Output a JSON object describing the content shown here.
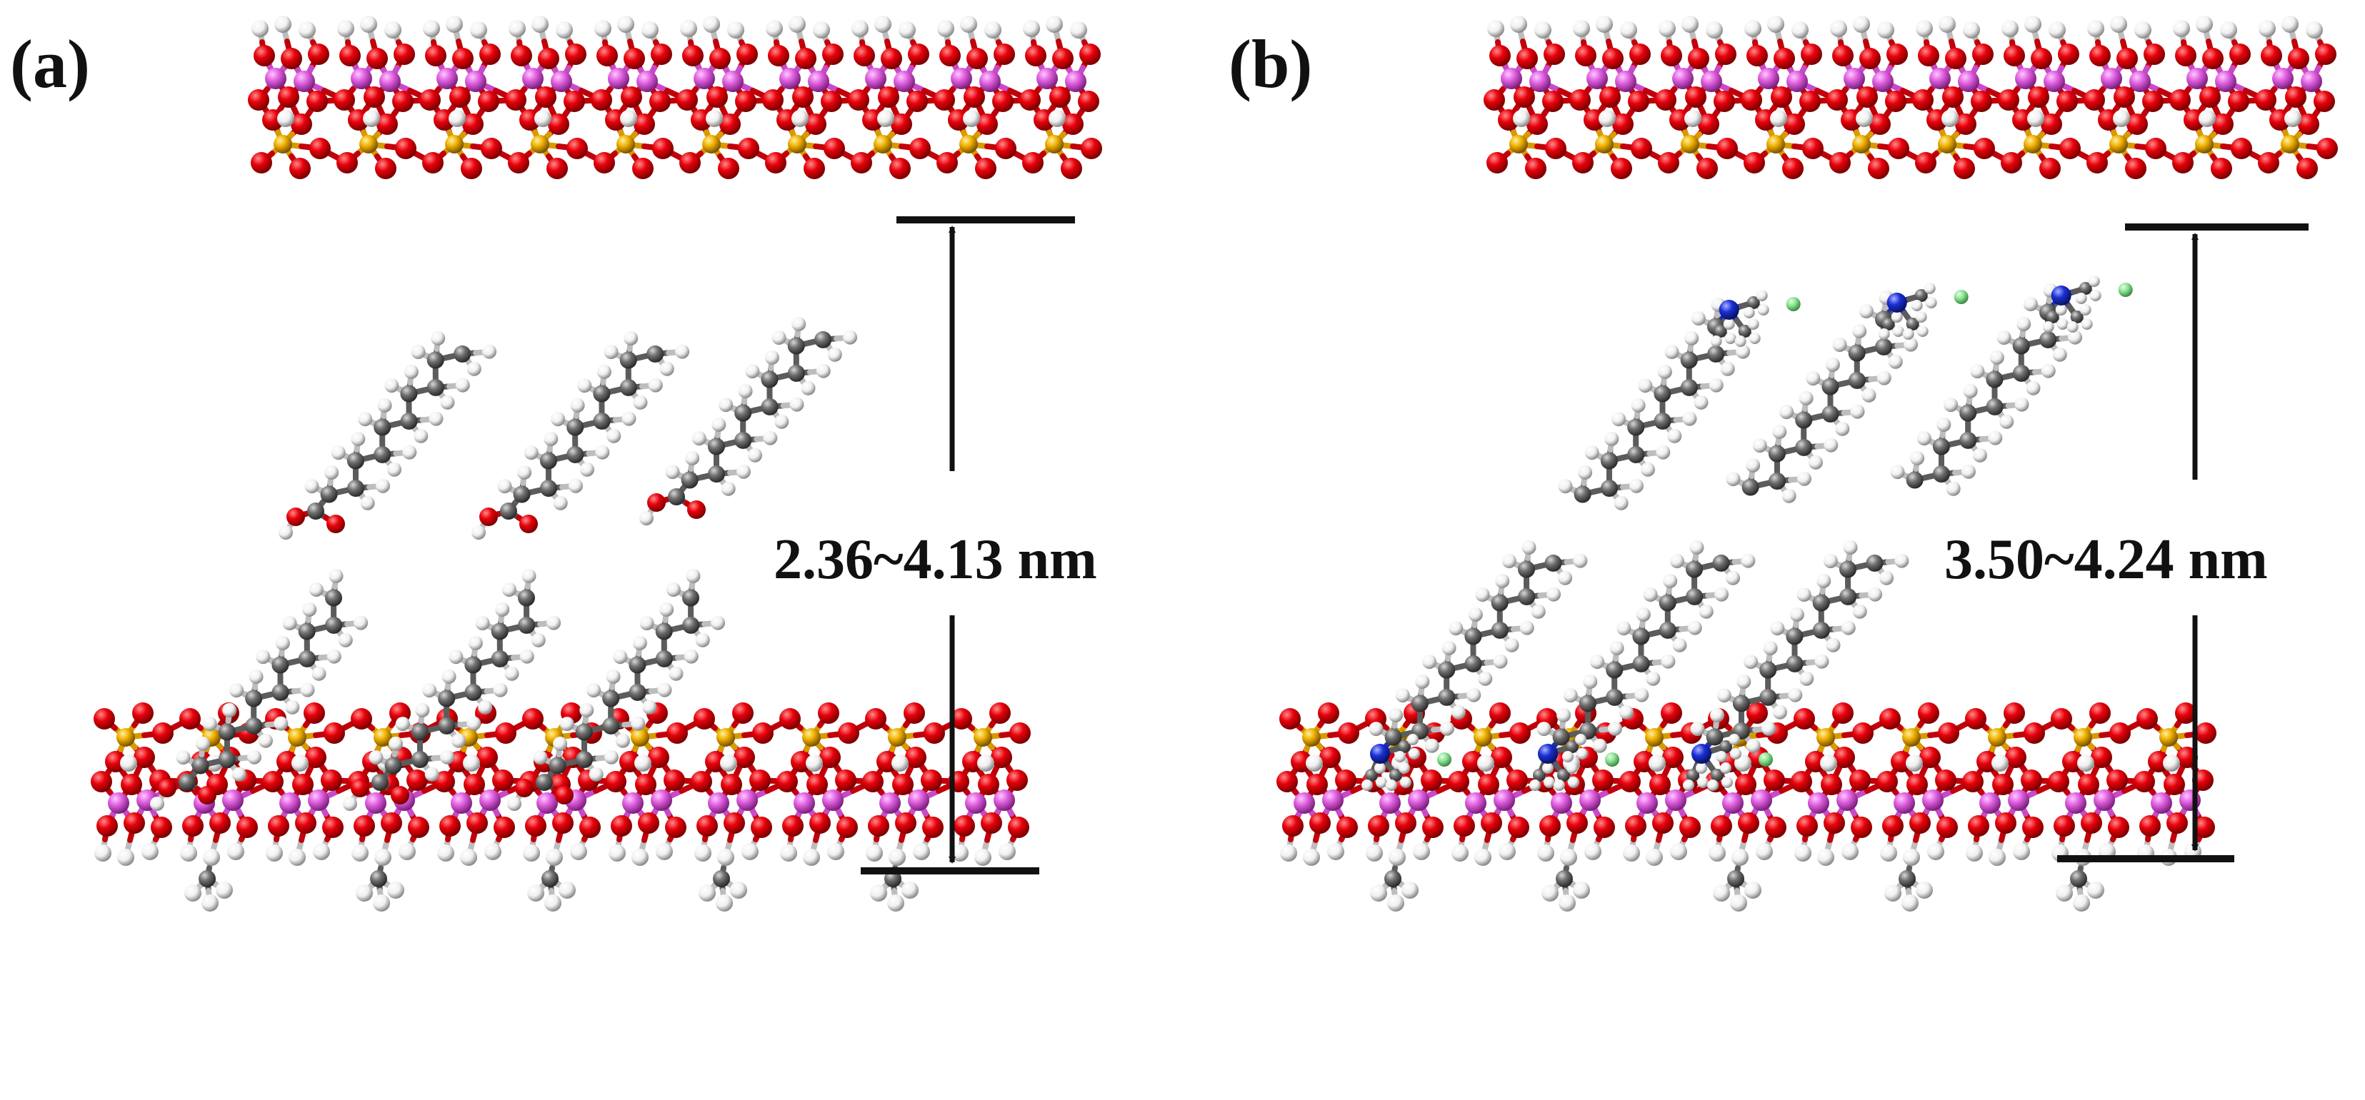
{
  "panels": [
    {
      "id": "a",
      "label": "(a)",
      "interlayer_distance_label": "2.36~4.13 nm",
      "guest_molecule": "fatty acid bilayer (carboxylic acid head groups)"
    },
    {
      "id": "b",
      "label": "(b)",
      "interlayer_distance_label": "3.50~4.24 nm",
      "guest_molecule": "alkyl ammonium bilayer with chloride counter-ions"
    }
  ],
  "atom_colors": {
    "oxygen": "#e8000b",
    "metal": "#e060e0",
    "phosphorus_or_sulfur": "#f0b000",
    "hydrogen": "#f2f2f2",
    "carbon": "#6e6e6e",
    "nitrogen": "#1a2fd6",
    "chloride": "#86e08e"
  }
}
